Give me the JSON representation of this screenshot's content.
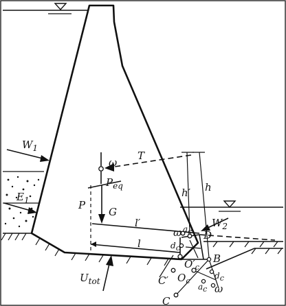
{
  "labels": {
    "W1": "W",
    "W1_sub": "1",
    "E1": "E",
    "E1_sub": "1",
    "omega_top": "ω",
    "T": "T",
    "P_eq": "P",
    "P_eq_sub": "eq",
    "P": "P",
    "G": "G",
    "l_prime": "l′",
    "l": "l",
    "h_prime": "h′",
    "h": "h",
    "W2": "W",
    "W2_sub": "2",
    "D": "D",
    "B": "B",
    "omega_mid": "ω",
    "a_c_top": "a",
    "a_c_top_sub": "c",
    "d_c_left": "d",
    "d_c_left_sub": "c",
    "O_c_prime": "O′",
    "O_c_prime_sub": "c",
    "C_prime": "C′",
    "O_c": "O",
    "O_c_sub": "c",
    "d_c_right": "d",
    "d_c_right_sub": "c",
    "a_c_bottom": "a",
    "a_c_bottom_sub": "c",
    "omega_bottom": "ω",
    "C": "C",
    "U_tot": "U",
    "U_tot_sub": "tot"
  },
  "colors": {
    "ink": "#111111",
    "paper": "#ffffff"
  }
}
